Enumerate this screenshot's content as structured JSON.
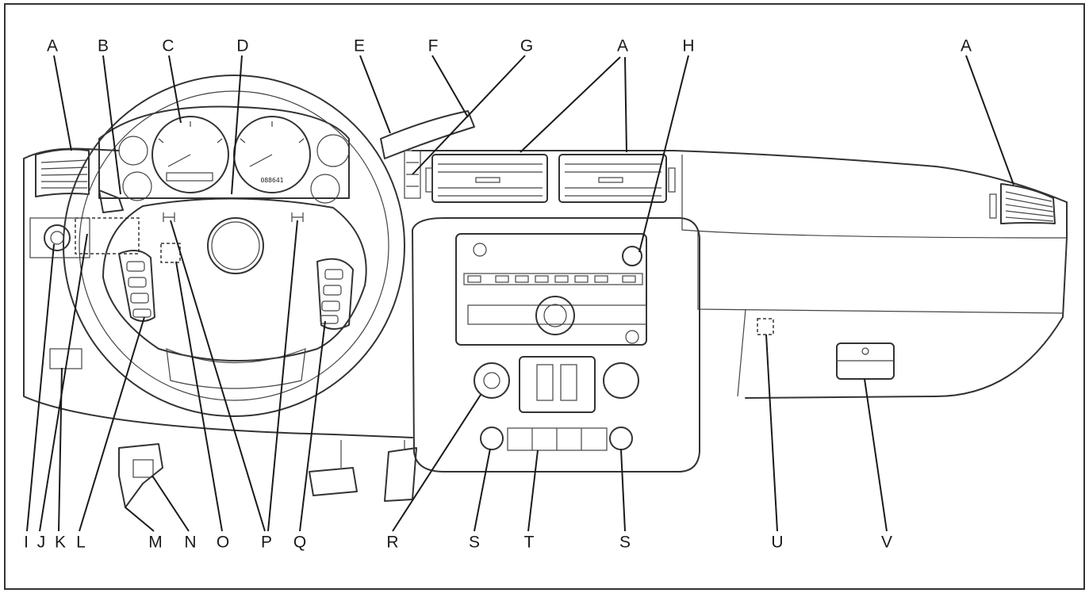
{
  "labels": {
    "A": "A",
    "B": "B",
    "C": "C",
    "D": "D",
    "E": "E",
    "F": "F",
    "G": "G",
    "H": "H",
    "I": "I",
    "J": "J",
    "K": "K",
    "L": "L",
    "M": "M",
    "N": "N",
    "O": "O",
    "P": "P",
    "Q": "Q",
    "R": "R",
    "S": "S",
    "T": "T",
    "U": "U",
    "V": "V"
  },
  "odometer_reading": "088641"
}
